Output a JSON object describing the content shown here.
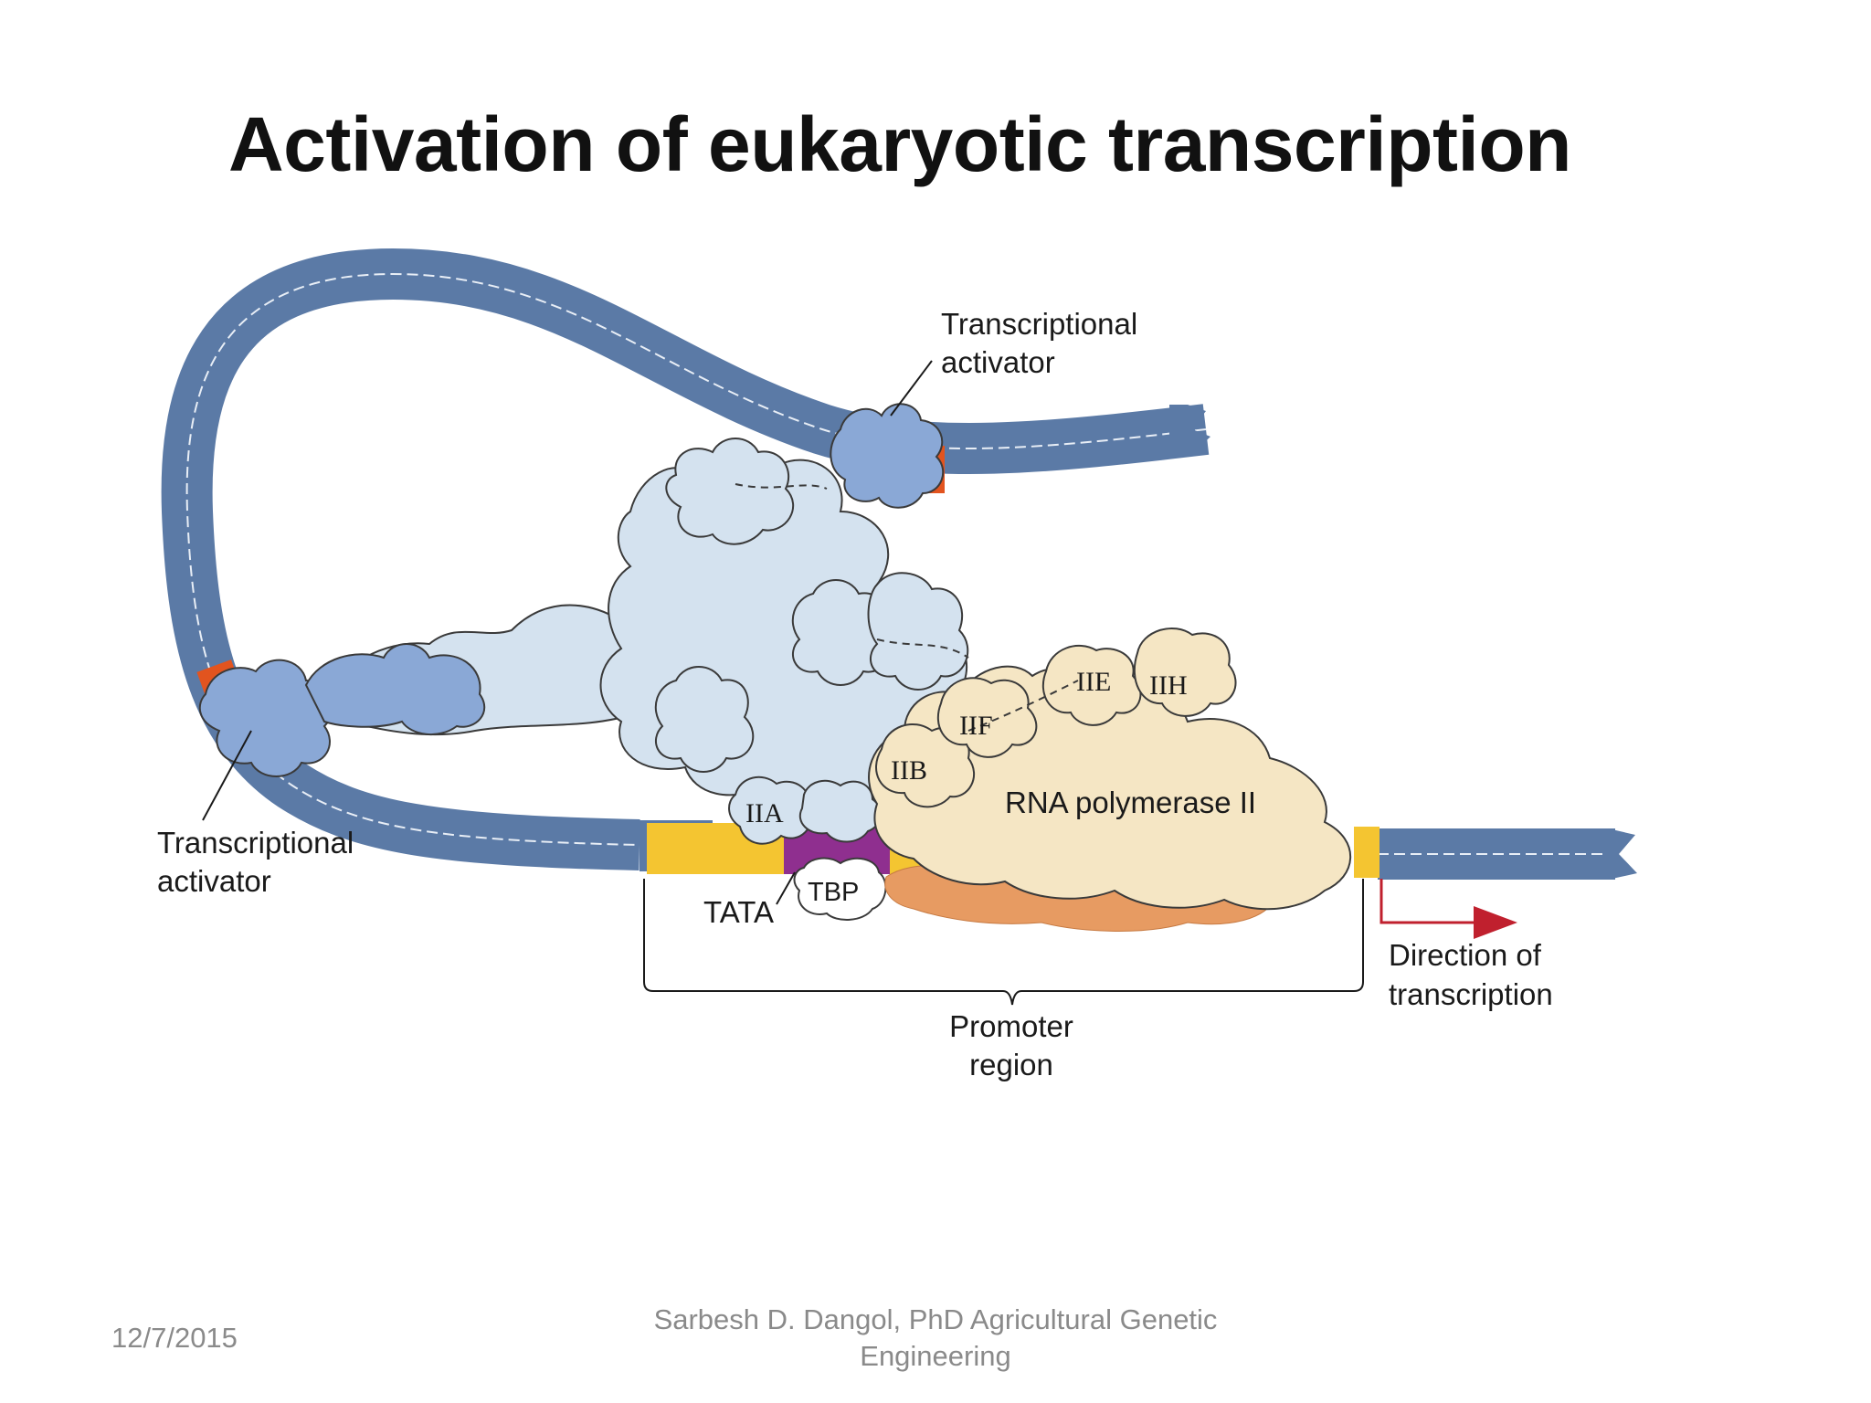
{
  "slide": {
    "title": "Activation of eukaryotic transcription",
    "footer_date": "12/7/2015",
    "footer_author": "Sarbesh D. Dangol, PhD Agricultural Genetic Engineering"
  },
  "diagram": {
    "labels": {
      "activator_top_line1": "Transcriptional",
      "activator_top_line2": "activator",
      "activator_left_line1": "Transcriptional",
      "activator_left_line2": "activator",
      "iia": "IIA",
      "iib": "IIB",
      "iif": "IIF",
      "iie": "IIE",
      "iih": "IIH",
      "rna_pol": "RNA polymerase II",
      "tbp": "TBP",
      "tata": "TATA",
      "promoter_line1": "Promoter",
      "promoter_line2": "region",
      "direction_line1": "Direction of",
      "direction_line2": "transcription"
    },
    "colors": {
      "dna": "#5b7aa6",
      "dna_dark": "#46658f",
      "binding_site": "#e2541f",
      "activator": "#8aa8d6",
      "mediator": "#d4e2ef",
      "rna_polymerase": "#f5e6c4",
      "rna_polymerase_lower": "#e79b62",
      "promoter_band": "#f4c531",
      "tata_box": "#8f2f8f",
      "direction_arrow": "#c0202e"
    }
  }
}
